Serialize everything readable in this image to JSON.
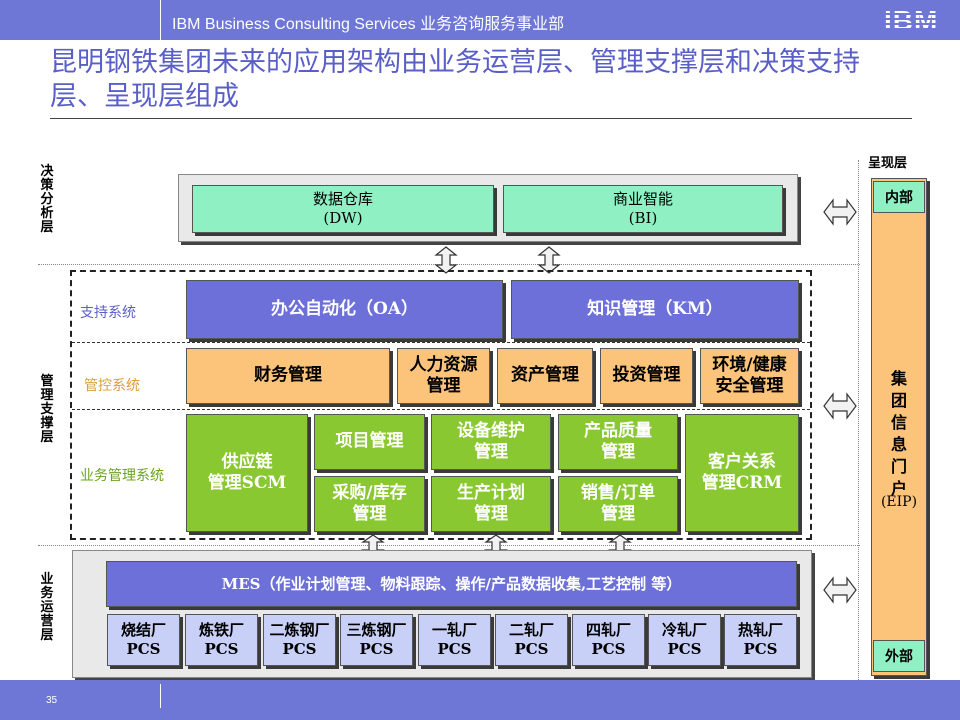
{
  "header": {
    "company": "IBM Business Consulting Services 业务咨询服务事业部",
    "logo": "IBM"
  },
  "title": "昆明钢铁集团未来的应用架构由业务运营层、管理支撑层和决策支持层、呈现层组成",
  "layers": {
    "decision": "决策分析层",
    "management": "管理支撑层",
    "business": "业务运营层",
    "presentation": "呈现层"
  },
  "decision_boxes": [
    {
      "line1": "数据仓库",
      "line2": "(DW)"
    },
    {
      "line1": "商业智能",
      "line2": "(BI)"
    }
  ],
  "support": {
    "label": "支持系统",
    "oa": "办公自动化（OA）",
    "km": "知识管理（KM）"
  },
  "control": {
    "label": "管控系统",
    "finance": "财务管理",
    "hr": {
      "line1": "人力资源",
      "line2": "管理"
    },
    "asset": "资产管理",
    "invest": "投资管理",
    "ehs": {
      "line1": "环境/健康",
      "line2": "安全管理"
    }
  },
  "business_mgmt": {
    "label": "业务管理系统",
    "scm": {
      "line1": "供应链",
      "line2": "管理SCM"
    },
    "project": "项目管理",
    "equipment": {
      "line1": "设备维护",
      "line2": "管理"
    },
    "quality": {
      "line1": "产品质量",
      "line2": "管理"
    },
    "crm": {
      "line1": "客户关系",
      "line2": "管理CRM"
    },
    "purchase": {
      "line1": "采购/库存",
      "line2": "管理"
    },
    "production": {
      "line1": "生产计划",
      "line2": "管理"
    },
    "sales": {
      "line1": "销售/订单",
      "line2": "管理"
    }
  },
  "mes": "MES（作业计划管理、物料跟踪、操作/产品数据收集,工艺控制 等）",
  "plants": [
    {
      "line1": "烧结厂",
      "line2": "PCS"
    },
    {
      "line1": "炼铁厂",
      "line2": "PCS"
    },
    {
      "line1": "二炼钢厂",
      "line2": "PCS"
    },
    {
      "line1": "三炼钢厂",
      "line2": "PCS"
    },
    {
      "line1": "一轧厂",
      "line2": "PCS"
    },
    {
      "line1": "二轧厂",
      "line2": "PCS"
    },
    {
      "line1": "四轧厂",
      "line2": "PCS"
    },
    {
      "line1": "冷轧厂",
      "line2": "PCS"
    },
    {
      "line1": "热轧厂",
      "line2": "PCS"
    }
  ],
  "portal": {
    "top": "内部",
    "name": "集团信息门户",
    "abbr": "(EIP)",
    "bottom": "外部"
  },
  "page_number": "35",
  "colors": {
    "header": "#6e76d6",
    "title": "#5a5fc8",
    "blue_box": "#6c70d8",
    "green_box": "#8ac832",
    "orange_box": "#fcc47a",
    "teal_box": "#8ff0c4",
    "plant_box": "#c8d0f8"
  }
}
